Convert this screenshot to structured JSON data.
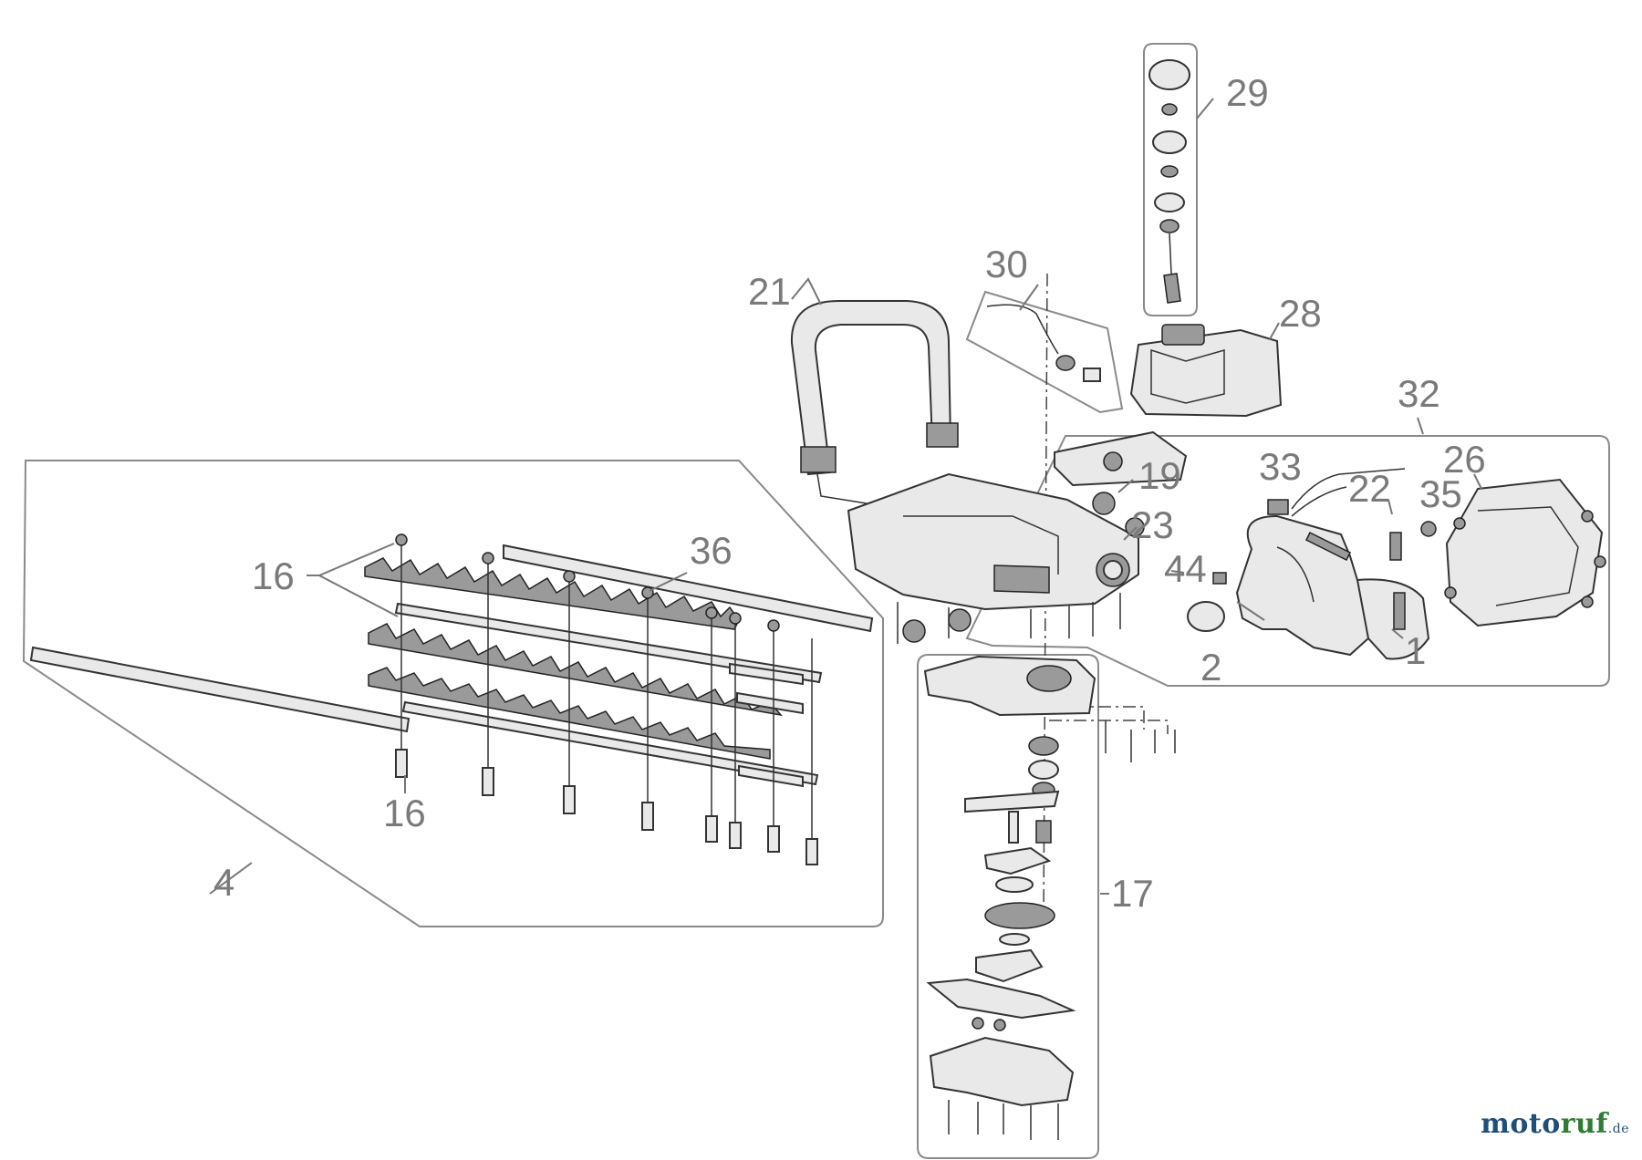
{
  "callouts": {
    "c1": "1",
    "c2": "2",
    "c4": "4",
    "c16a": "16",
    "c16b": "16",
    "c17": "17",
    "c19": "19",
    "c21": "21",
    "c22": "22",
    "c23": "23",
    "c26": "26",
    "c28": "28",
    "c29": "29",
    "c30": "30",
    "c32": "32",
    "c33": "33",
    "c35": "35",
    "c36": "36",
    "c44": "44"
  },
  "watermark": {
    "part1": "moto",
    "part2": "ruf",
    "part3": ".de"
  },
  "colors": {
    "callout": "#7a7a7a",
    "brand_blue": "#1f4e79",
    "brand_green": "#2f7d32"
  }
}
